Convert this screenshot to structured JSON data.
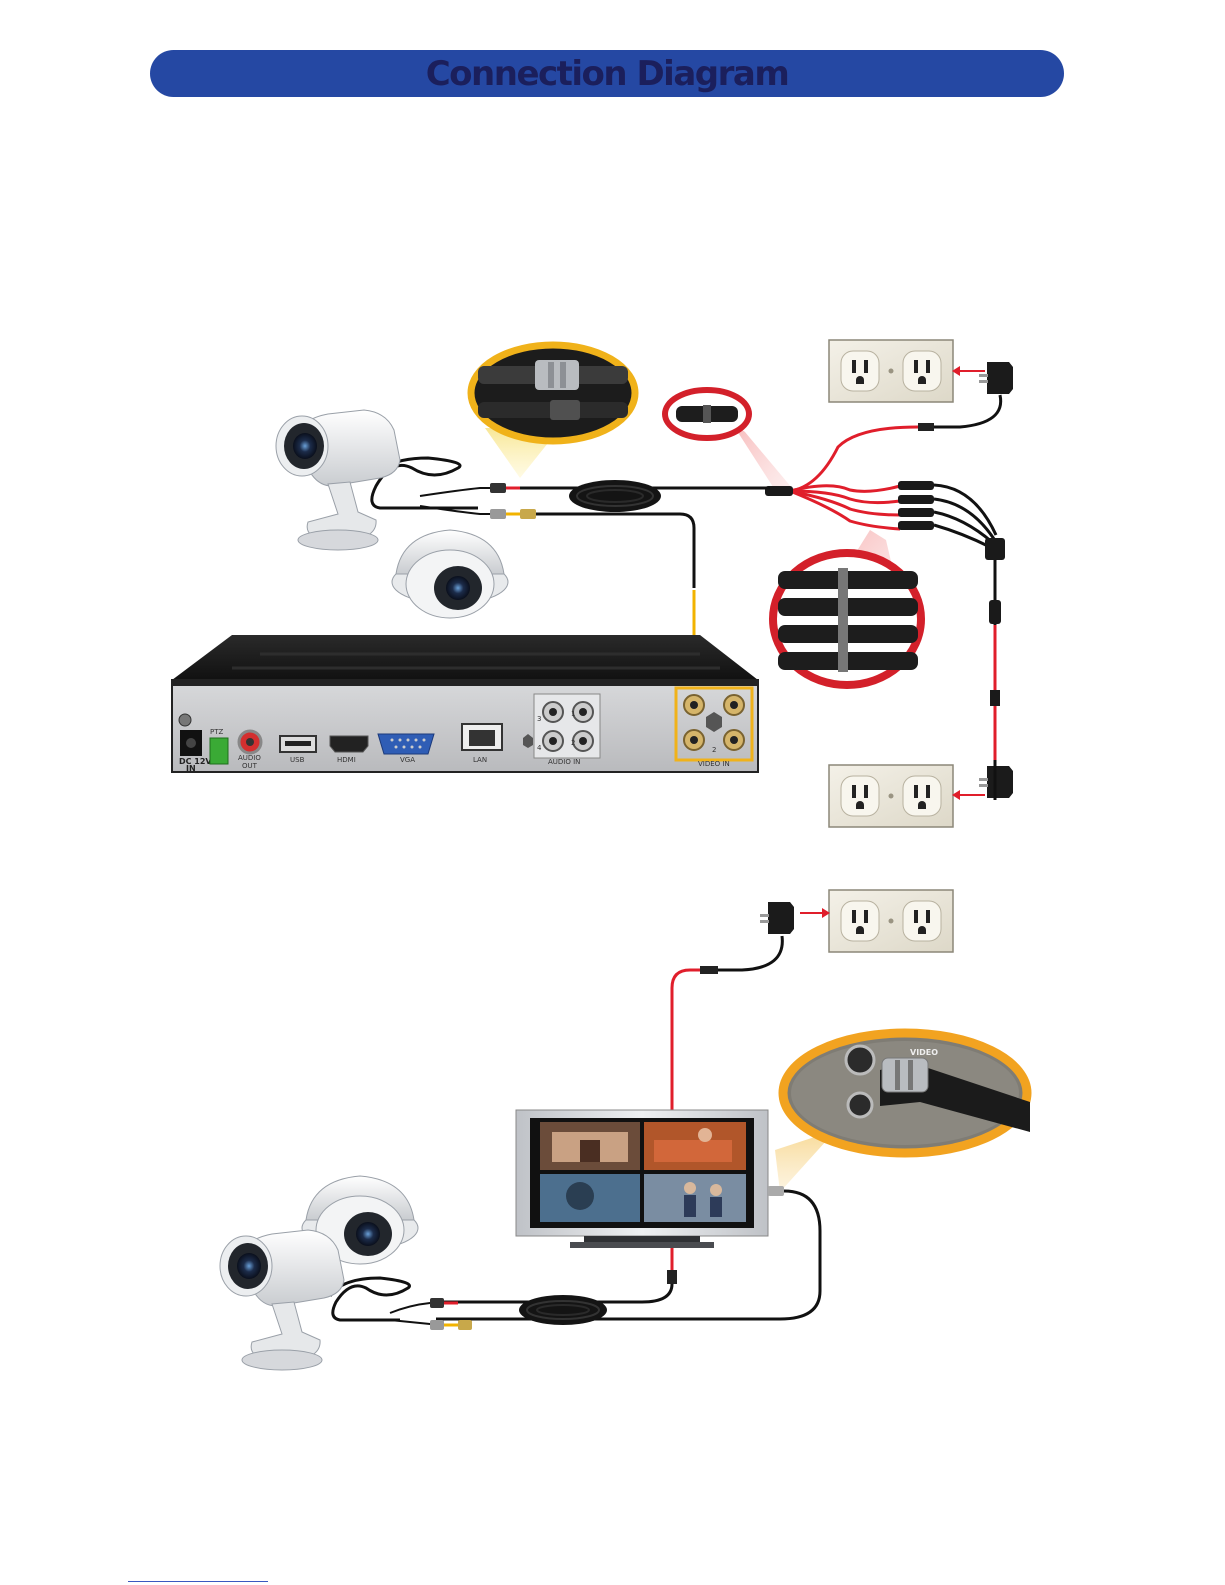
{
  "title": "Connection Diagram",
  "dvr": {
    "labels": {
      "dc": "DC 12V",
      "dc_in": "IN",
      "ptz": "PTZ",
      "audio_out": "AUDIO",
      "audio_out2": "OUT",
      "usb": "USB",
      "hdmi": "HDMI",
      "vga": "VGA",
      "lan": "LAN",
      "audio_in": "AUDIO   IN",
      "video_in": "VIDEO   IN",
      "port1": "1",
      "port2": "2",
      "port3": "3",
      "port4": "4",
      "vport2": "2"
    }
  },
  "tv": {
    "jack_label": "VIDEO"
  },
  "colors": {
    "title_bar": "#2548a3",
    "title_text": "#1b1f5c",
    "power_cable": "#e01e2b",
    "video_cable": "#f2b300",
    "zoom_gold": "#f0b21a",
    "zoom_red": "#d3202a",
    "zoom_orange": "#f2a320"
  }
}
